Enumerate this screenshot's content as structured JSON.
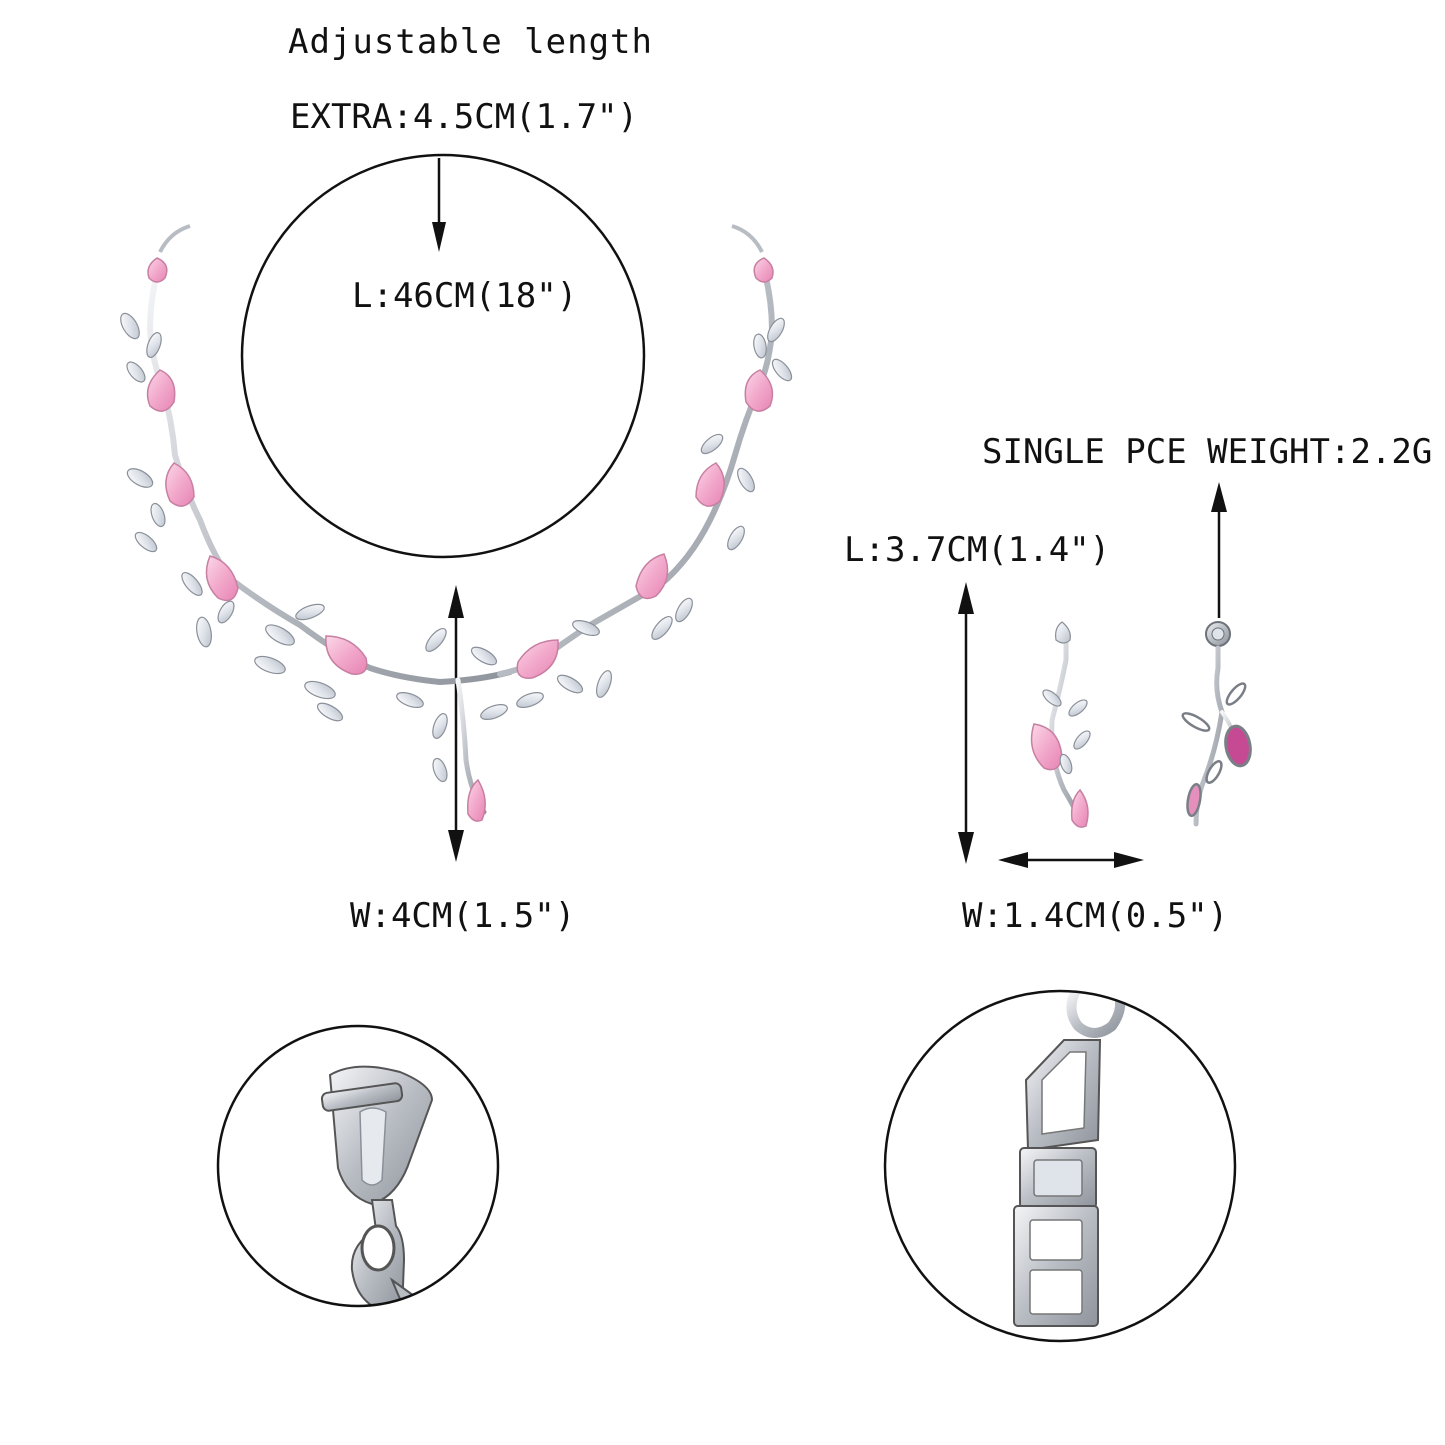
{
  "necklace": {
    "adjustable_label": "Adjustable length",
    "extra_label": "EXTRA:4.5CM(1.7\")",
    "length_label": "L:46CM(18\")",
    "width_label": "W:4CM(1.5\")"
  },
  "earring": {
    "weight_label": "SINGLE PCE WEIGHT:2.2G",
    "length_label": "L:3.7CM(1.4\")",
    "width_label": "W:1.4CM(0.5\")"
  },
  "colors": {
    "pink_stone": "#f2b6d2",
    "clear_stone": "#e4e8ee",
    "metal": "#c7cbd1",
    "outline": "#111111"
  },
  "icons": [
    "arrow-down-icon",
    "double-arrow-vertical-icon",
    "double-arrow-horizontal-icon",
    "arrow-up-icon"
  ]
}
